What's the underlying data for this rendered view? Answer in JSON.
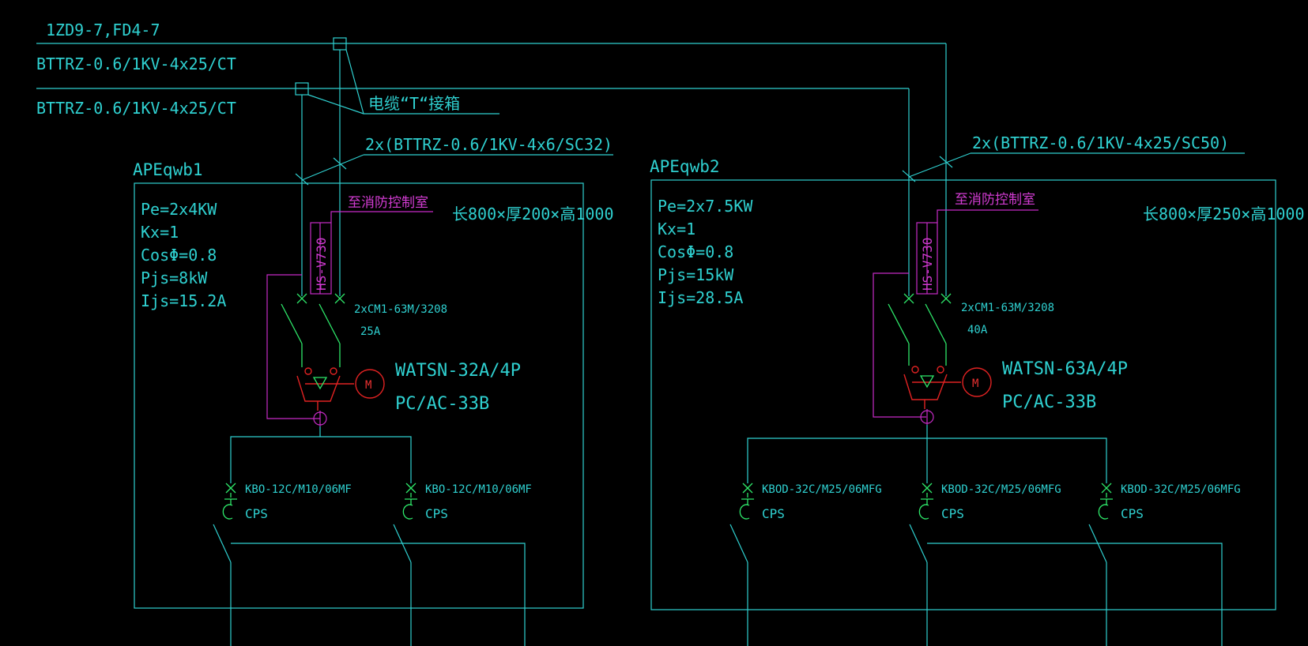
{
  "header": {
    "line1": "1ZD9-7,FD4-7",
    "cable_a": "BTTRZ-0.6/1KV-4x25/CT",
    "cable_b": "BTTRZ-0.6/1KV-4x25/CT",
    "tbox": "电缆“T“接箱"
  },
  "panels": [
    {
      "name": "APEqwb1",
      "feeder": "2x(BTTRZ-0.6/1KV-4x6/SC32)",
      "params": [
        "Pe=2x4KW",
        "Kx=1",
        "CosΦ=0.8",
        "Pjs=8kW",
        "Ijs=15.2A"
      ],
      "size": "长800×厚200×高1000",
      "to_fire": "至消防控制室",
      "module": "HS-V730",
      "breaker": "2xCM1-63M/3208",
      "breaker_rating": "25A",
      "ats": "WATSN-32A/4P",
      "ats_class": "PC/AC-33B",
      "motor": "M",
      "outgoing": [
        {
          "breaker": "KBO-12C/M10/06MF",
          "cps": "CPS"
        },
        {
          "breaker": "KBO-12C/M10/06MF",
          "cps": "CPS"
        }
      ]
    },
    {
      "name": "APEqwb2",
      "feeder": "2x(BTTRZ-0.6/1KV-4x25/SC50)",
      "params": [
        "Pe=2x7.5KW",
        "Kx=1",
        "CosΦ=0.8",
        "Pjs=15kW",
        "Ijs=28.5A"
      ],
      "size": "长800×厚250×高1000",
      "to_fire": "至消防控制室",
      "module": "HS-V730",
      "breaker": "2xCM1-63M/3208",
      "breaker_rating": "40A",
      "ats": "WATSN-63A/4P",
      "ats_class": "PC/AC-33B",
      "motor": "M",
      "outgoing": [
        {
          "breaker": "KBOD-32C/M25/06MFG",
          "cps": "CPS"
        },
        {
          "breaker": "KBOD-32C/M25/06MFG",
          "cps": "CPS"
        },
        {
          "breaker": "KBOD-32C/M25/06MFG",
          "cps": "CPS"
        }
      ]
    }
  ],
  "colors": {
    "background": "#000000",
    "wire": "#2fd0d0",
    "breaker": "#2ee86a",
    "control": "#c62bc6",
    "motor": "#e02222"
  }
}
